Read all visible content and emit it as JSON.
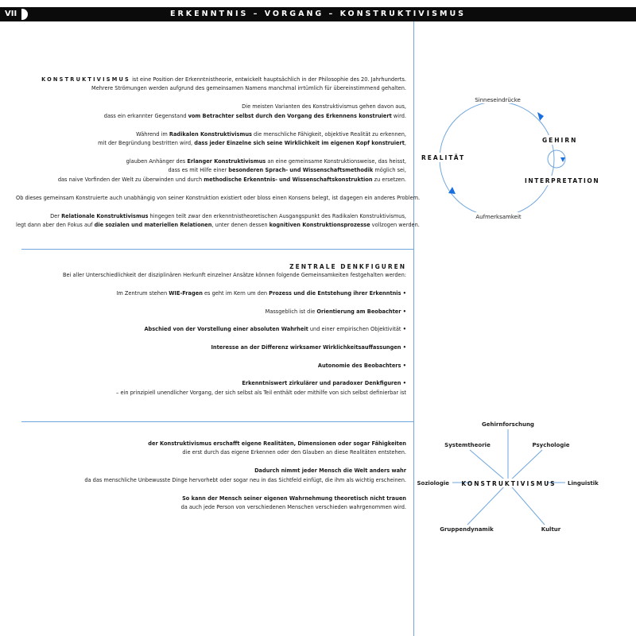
{
  "header": {
    "number": "VII",
    "title": "ERKENNTNIS – VORGANG – KONSTRUKTIVISMUS"
  },
  "intro": {
    "p1": {
      "t1": "KONSTRUKTIVISMUS",
      "t2": " ist eine Position der Erkenntnistheorie, entwickelt hauptsächlich in der Philosophie des 20. Jahrhunderts.",
      "t3": "Mehrere Strömungen werden aufgrund des gemeinsamen Namens manchmal irrtümlich für übereinstimmend gehalten."
    },
    "p2": {
      "t1": "Die meisten Varianten des Konstruktivismus gehen davon aus,",
      "t2": "dass ein erkannter Gegenstand ",
      "t3": "vom Betrachter selbst durch den Vorgang des Erkennens konstruiert",
      "t4": " wird."
    },
    "p3": {
      "t1": "Während im ",
      "t2": "Radikalen Konstruktivismus",
      "t3": " die menschliche Fähigkeit, objektive Realität zu erkennen,",
      "t4": "mit der Begründung bestritten wird, ",
      "t5": "dass jeder Einzelne sich seine Wirklichkeit im eigenen Kopf konstruiert",
      "t6": ","
    },
    "p4": {
      "t1": "glauben Anhänger des ",
      "t2": "Erlanger Konstruktivismus",
      "t3": " an eine gemeinsame Konstruktionsweise, das heisst,",
      "t4": "dass es mit Hilfe einer ",
      "t5": "besonderen Sprach- und Wissenschaftsmethodik",
      "t6": " möglich sei,",
      "t7": "das naive Vorfinden der Welt zu überwinden und durch ",
      "t8": "methodische Erkenntnis- und Wissenschaftskonstruktion",
      "t9": " zu ersetzen."
    },
    "p5": {
      "t1": "Ob dieses gemeinsam Konstruierte auch unabhängig von seiner Konstruktion existiert oder bloss einen Konsens belegt, ist dagegen ein anderes Problem."
    },
    "p6": {
      "t1": "Der ",
      "t2": "Relationale Konstruktivismus",
      "t3": " hingegen teilt zwar den erkenntnistheoretischen Ausgangspunkt des Radikalen Konstruktivismus,",
      "t4": "legt dann aber den Fokus auf ",
      "t5": "die sozialen und materiellen Relationen",
      "t6": ", unter denen dessen ",
      "t7": "kognitiven Konstruktionsprozesse",
      "t8": " vollzogen werden."
    }
  },
  "denkfiguren": {
    "title": "ZENTRALE DENKFIGUREN",
    "intro": "Bei aller Unterschiedlichkeit der disziplinären Herkunft einzelner Ansätze können folgende Gemeinsamkeiten festgehalten werden:",
    "i1": {
      "t1": "Im Zentrum stehen ",
      "t2": "WIE-Fragen",
      "t3": " es geht im Kern um den ",
      "t4": "Prozess und die Entstehung ihrer Erkenntnis",
      "t5": " •"
    },
    "i2": {
      "t1": "Massgeblich ist die ",
      "t2": "Orientierung am Beobachter",
      "t3": " •"
    },
    "i3": {
      "t1": "Abschied von der Vorstellung einer absoluten Wahrheit",
      "t2": " und einer empirischen Objektivität",
      "t3": " •"
    },
    "i4": {
      "t1": "Interesse an der Differenz wirksamer Wirklichkeitsauffassungen",
      "t2": " •"
    },
    "i5": {
      "t1": "Autonomie des Beobachters",
      "t2": " •"
    },
    "i6": {
      "t1": "Erkenntniswert zirkulärer und paradoxer Denkfiguren",
      "t2": " •"
    },
    "i6b": "– ein prinzipiell unendlicher Vorgang, der sich selbst als Teil enthält oder mithilfe von sich selbst definierbar ist"
  },
  "conclusion": {
    "c1a": "der Konstruktivismus erschafft eigene Realitäten, Dimensionen oder sogar Fähigkeiten",
    "c1b": "die erst durch das eigene Erkennen oder den Glauben an diese Realitäten entstehen.",
    "c2a": "Dadurch nimmt jeder Mensch die Welt anders wahr",
    "c2b": "da das menschliche Unbewusste Dinge hervorhebt oder sogar neu in das Sichtfeld einfügt, die ihm als wichtig erscheinen.",
    "c3a": "So kann der Mensch seiner eigenen Wahrnehmung theoretisch nicht trauen",
    "c3b": "da auch jede Person von verschiedenen Menschen verschieden wahrgenommen wird."
  },
  "cycle_diagram": {
    "top": "Sinneseindrücke",
    "left": "REALITÄT",
    "right_upper": "GEHIRN",
    "right_lower": "INTERPRETATION",
    "bottom": "Aufmerksamkeit",
    "accent_color": "#1a6fe0"
  },
  "star_diagram": {
    "center": "KONSTRUKTIVISMUS",
    "spokes": {
      "top": "Gehirnforschung",
      "upper_left": "Systemtheorie",
      "upper_right": "Psychologie",
      "left": "Soziologie",
      "right": "Linguistik",
      "lower_left": "Gruppendynamik",
      "lower_right": "Kultur"
    },
    "line_color": "#6fa6df"
  }
}
